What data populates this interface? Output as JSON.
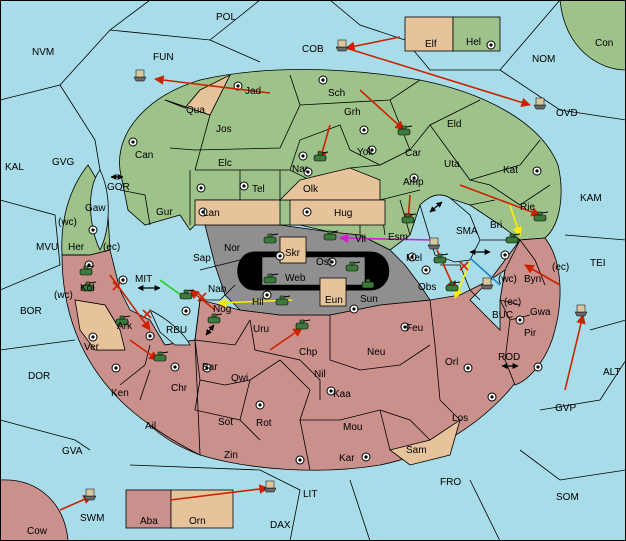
{
  "colors": {
    "sea": "#a8dce8",
    "north_power": "#9ec38a",
    "south_power": "#c9908c",
    "neutral": "#e6c39b",
    "center_sea": "#8f8f8f",
    "order_move": "#cc2200",
    "order_support_yellow": "#ffee00",
    "order_support_green": "#22cc22",
    "order_support_magenta": "#cc22cc",
    "order_convoy_blue": "#2288cc"
  },
  "icons": {
    "army": "tank-icon",
    "fleet": "ship-icon",
    "supply_center": "dot-in-circle"
  },
  "map": {
    "sea_labels": [
      "POL",
      "NVM",
      "FUN",
      "COB",
      "NOM",
      "Con",
      "KAL",
      "GVG",
      "GOR",
      "(wc)",
      "MVU",
      "(ec)",
      "MIT",
      "(wc)",
      "BOR",
      "RBU",
      "DOR",
      "GVA",
      "SWM",
      "Cow",
      "LIT",
      "DAX",
      "FRO",
      "SOM",
      "GVP",
      "ALT",
      "TEI",
      "KAM",
      "SMA",
      "(wc)",
      "BUC",
      "(ec)",
      "ROD",
      "OVD",
      "(ec)"
    ],
    "north_labels": [
      "Jad",
      "Sch",
      "Qua",
      "Jos",
      "Grh",
      "Eld",
      "Can",
      "Elc",
      "Car",
      "Yok",
      "Nar",
      "Uta",
      "Kat",
      "Tel",
      "Olk",
      "Amp",
      "Gur",
      "Gaw",
      "Esm",
      "Bri",
      "Rie",
      "Her",
      "Sap",
      "Nor",
      "Vil",
      "Mel",
      "Nab",
      "Hel"
    ],
    "south_labels": [
      "Kol",
      "Ark",
      "Nog",
      "Hil",
      "Uru",
      "Feu",
      "Chp",
      "Neu",
      "Orl",
      "Bar",
      "Qwi",
      "Nil",
      "Ken",
      "Chr",
      "Kaa",
      "Ail",
      "Sot",
      "Rot",
      "Mou",
      "Los",
      "Zin",
      "Kar",
      "Obs",
      "Byn",
      "Gwa",
      "Pir",
      "Aba",
      "Ver"
    ],
    "neutral_labels": [
      "Elf",
      "Lan",
      "Hug",
      "Skr",
      "Eun",
      "Orn",
      "Sam"
    ],
    "center_labels": [
      "Web",
      "Ost",
      "Sun"
    ]
  }
}
